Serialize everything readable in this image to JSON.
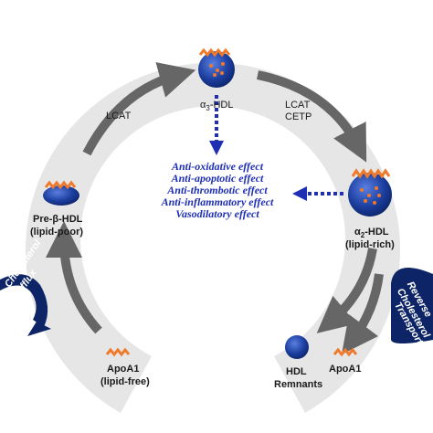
{
  "labels": {
    "lcat_left": "LCAT",
    "lcat_right": "LCAT",
    "cetp": "CETP",
    "a3_prefix": "α",
    "a3_sub": "3",
    "a3_suffix": "-HDL",
    "prebeta_line1": "Pre-β-HDL",
    "prebeta_line2": "(lipid-poor)",
    "a2_prefix": "α",
    "a2_sub": "2",
    "a2_suffix": "-HDL",
    "a2_line2": "(lipid-rich)",
    "apoa1_left_line1": "ApoA1",
    "apoa1_left_line2": "(lipid-free)",
    "hdl_remnants_line1": "HDL",
    "hdl_remnants_line2": "Remnants",
    "apoa1_right": "ApoA1",
    "cholesterol_efflux_line1": "Cholesterol",
    "cholesterol_efflux_line2": "Efflux",
    "reverse_line1": "Reverse",
    "reverse_line2": "Cholesterol",
    "reverse_line3": "Transport"
  },
  "effects": [
    "Anti-oxidative effect",
    "Anti-apoptotic effect",
    "Anti-thrombotic effect",
    "Anti-inflammatory effect",
    "Vasodilatory effect"
  ],
  "colors": {
    "ring": "#e6e6e6",
    "arrow": "#666666",
    "particle": "#1c3fa0",
    "lipid": "#f07a2a",
    "effect_text": "#1f2fb4",
    "side_band": "#0d2466"
  }
}
